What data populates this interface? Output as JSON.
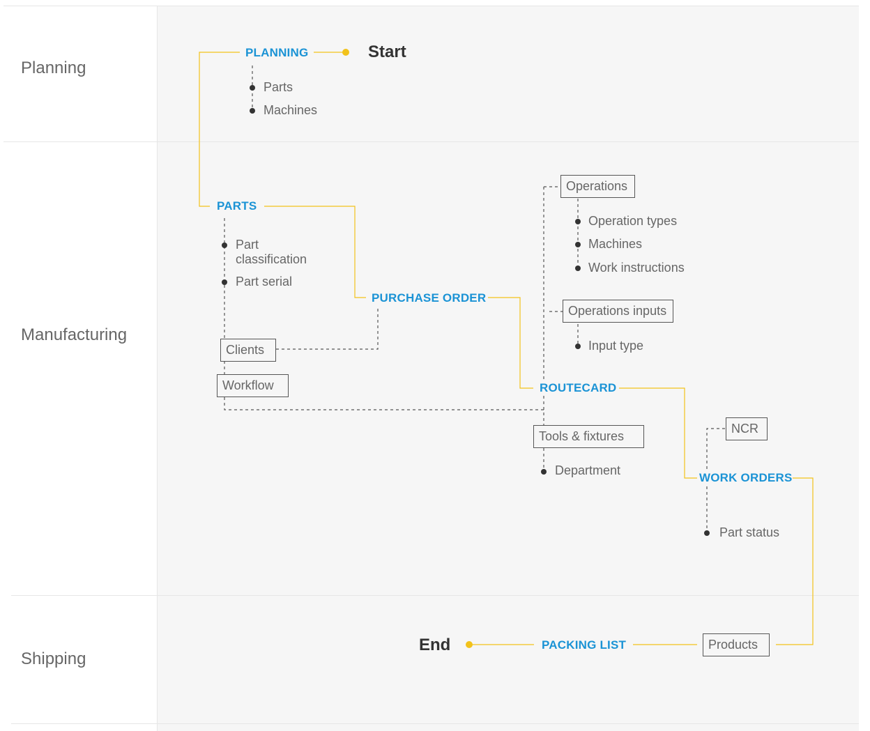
{
  "lanes": {
    "planning": "Planning",
    "manufacturing": "Manufacturing",
    "shipping": "Shipping"
  },
  "terminals": {
    "start": "Start",
    "end": "End"
  },
  "stages": {
    "planning": "PLANNING",
    "parts": "PARTS",
    "purchase_order": "PURCHASE ORDER",
    "routecard": "ROUTECARD",
    "work_orders": "WORK ORDERS",
    "packing_list": "PACKING LIST"
  },
  "planning_items": [
    "Parts",
    "Machines"
  ],
  "parts_items": [
    "Part\nclassification",
    "Part serial"
  ],
  "boxes": {
    "clients": "Clients",
    "workflow": "Workflow",
    "operations": "Operations",
    "operations_inputs": "Operations inputs",
    "tools_fixtures": "Tools & fixtures",
    "ncr": "NCR",
    "products": "Products"
  },
  "operations_items": [
    "Operation types",
    "Machines",
    "Work instructions"
  ],
  "operations_inputs_items": [
    "Input type"
  ],
  "tools_items": [
    "Department"
  ],
  "work_orders_items": [
    "Part status"
  ],
  "colors": {
    "flow_line": "#f2c21b",
    "stage_text": "#1b93d5",
    "dashed_line": "#555555",
    "panel_bg": "#f6f6f6"
  }
}
